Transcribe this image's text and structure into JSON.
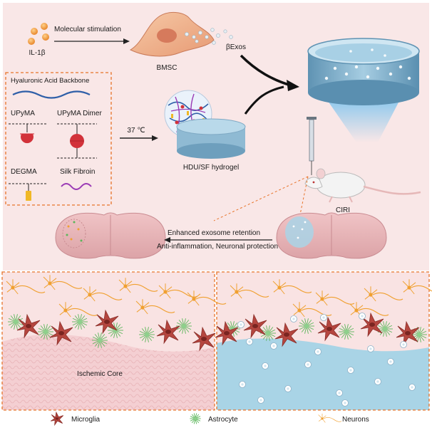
{
  "top": {
    "il1b_label": "IL-1β",
    "stimulation_label": "Molecular stimulation",
    "bmsc_label": "BMSC",
    "bexos_label": "βExos"
  },
  "components_box": {
    "title": "Hyaluronic Acid Backbone",
    "upyma_label": "UPyMA",
    "upyma_dimer_label": "UPyMA Dimer",
    "degma_label": "DEGMA",
    "silk_fibroin_label": "Silk Fibroin"
  },
  "process": {
    "temperature_label": "37 ℃",
    "hydrogel_label": "HDU/SF hydrogel",
    "ciri_label": "CIRI"
  },
  "effects": {
    "line1": "Enhanced exosome retention",
    "line2": "Anti-inflammation, Neuronal protection"
  },
  "bottom": {
    "ischemic_core_label": "Ischemic Core"
  },
  "legend": {
    "microglia": "Microglia",
    "astrocyte": "Astrocyte",
    "neurons": "Neurons"
  },
  "colors": {
    "background_pink": "#f8e6e6",
    "box_border": "#e8742a",
    "hydrogel_blue": "#7fb2cf",
    "microglia_red": "#b5463f",
    "astrocyte_green": "#5bb65a",
    "neuron_orange": "#f0a030",
    "blue_region": "#a9d4e6"
  }
}
